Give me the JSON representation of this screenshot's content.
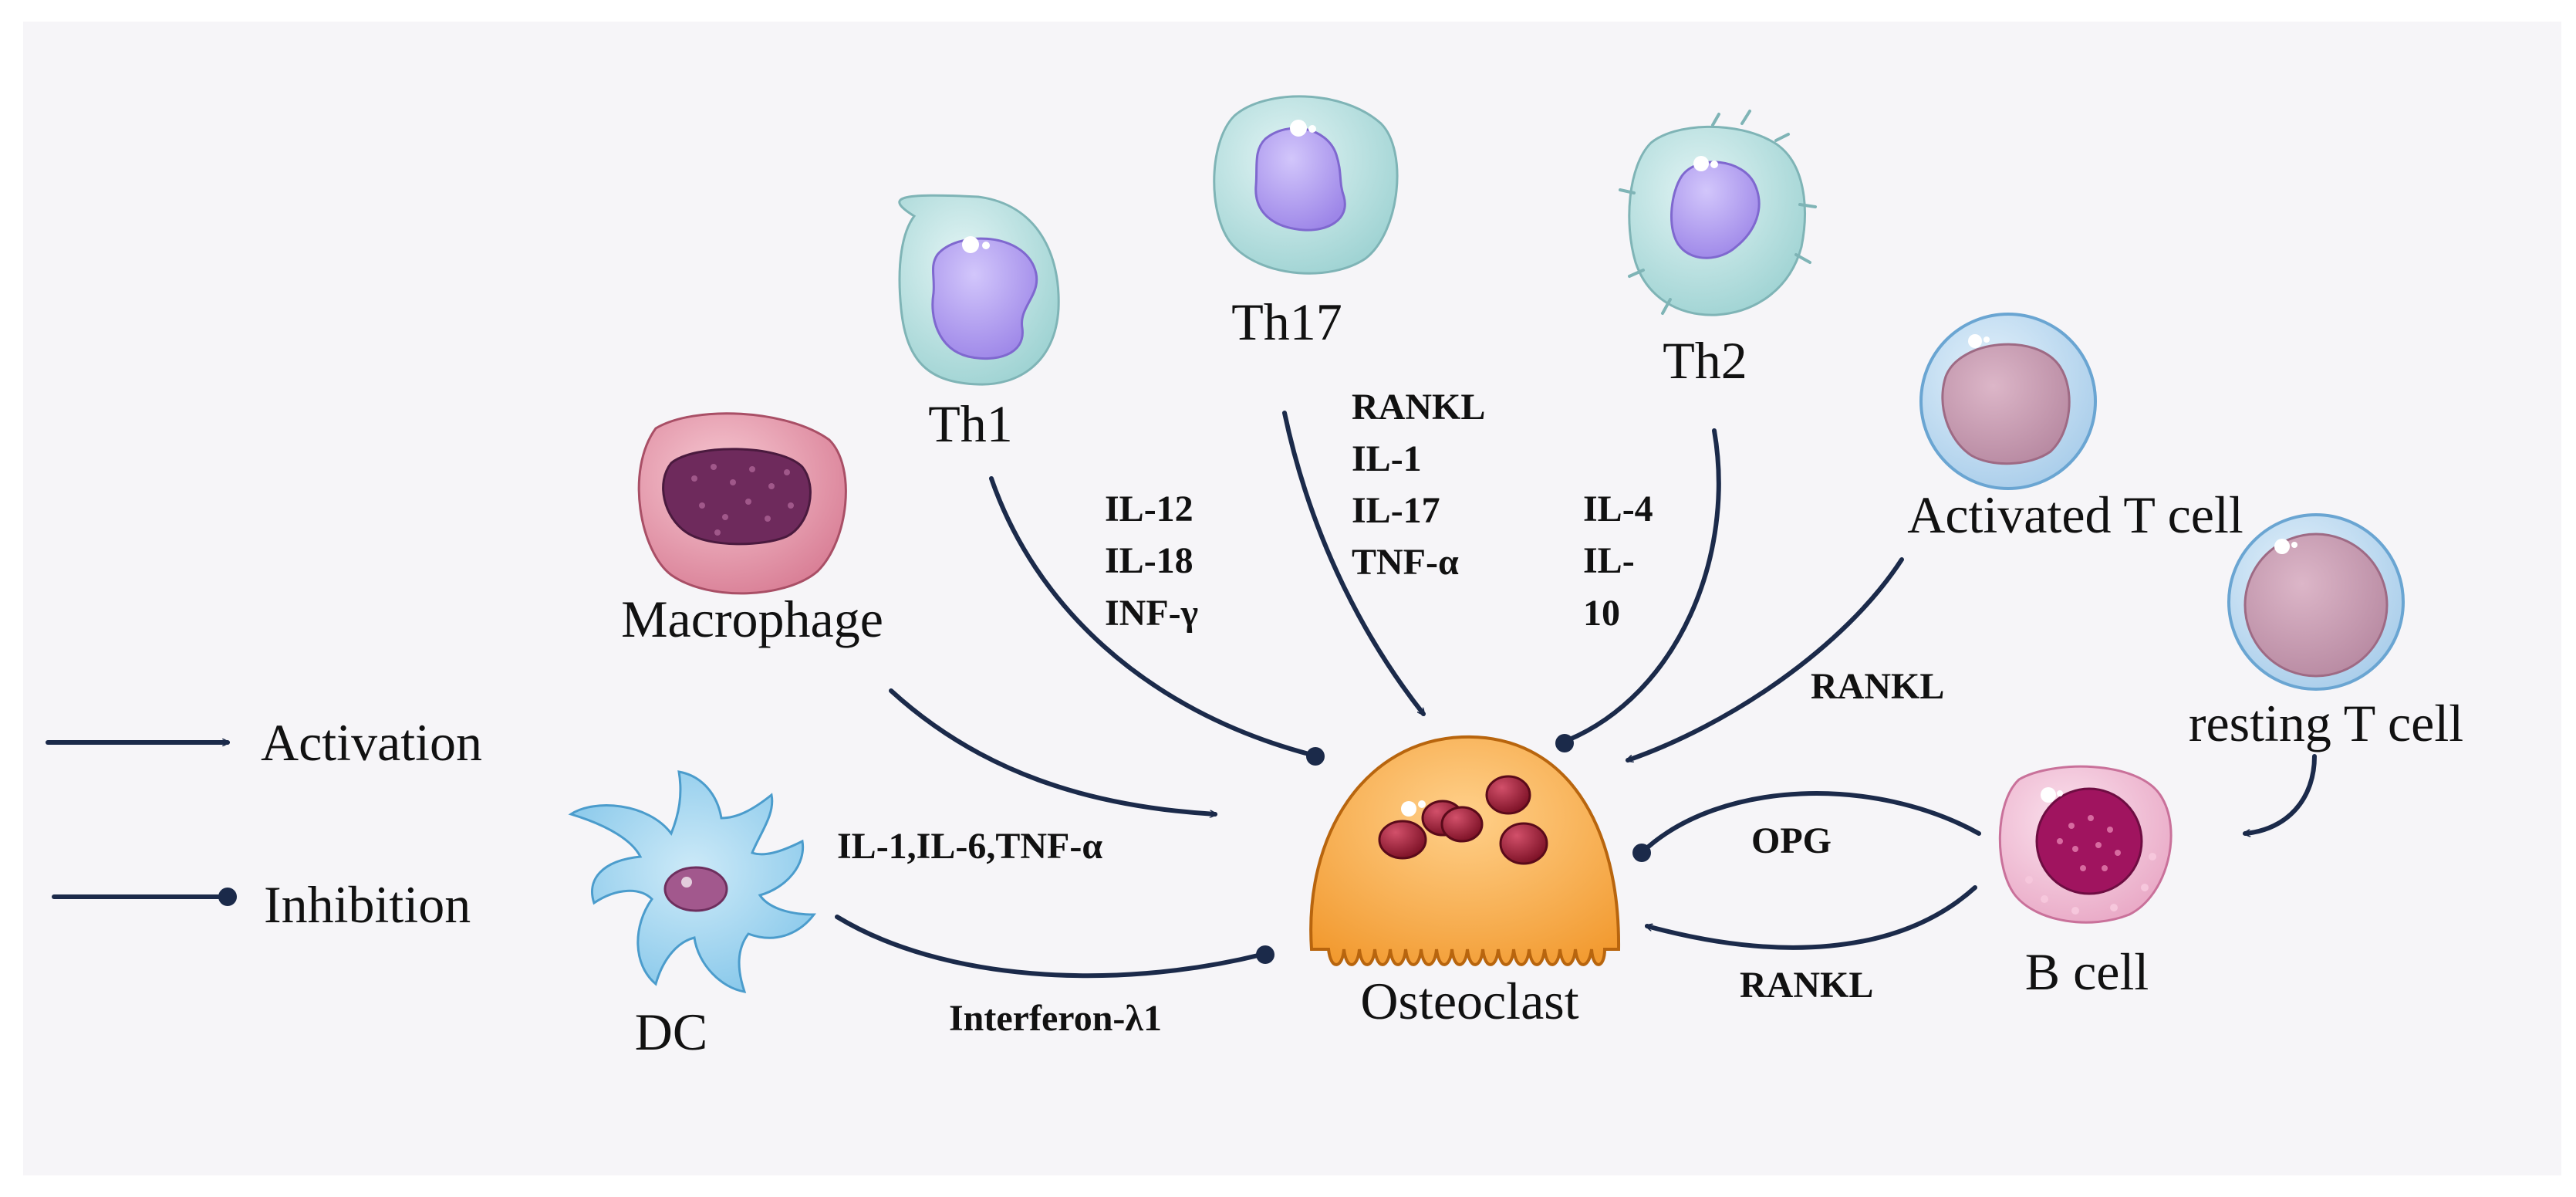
{
  "cells": {
    "th1": "Th1",
    "th17": "Th17",
    "th2": "Th2",
    "macrophage": "Macrophage",
    "activated_t": "Activated T cell",
    "resting_t": "resting T cell",
    "b_cell": "B cell",
    "dc": "DC",
    "osteoclast": "Osteoclast"
  },
  "cytokines": {
    "th1": [
      "IL-12",
      "IL-18",
      "INF-γ"
    ],
    "th17": [
      "RANKL",
      "IL-1",
      "IL-17",
      "TNF-α"
    ],
    "th2": [
      "IL-4",
      "IL-",
      "10"
    ],
    "activated_t": "RANKL",
    "macrophage_dc": "IL-1,IL-6,TNF-α",
    "dc": "Interferon-λ1",
    "opg": "OPG",
    "b_cell_rankl": "RANKL"
  },
  "legend": {
    "activation": "Activation",
    "inhibition": "Inhibition"
  },
  "colors": {
    "arrow": "#1b2a4a",
    "background": "#f6f5f8",
    "osteoclast": "#f6a23a",
    "t_cell_cyto": "#a8d8d8",
    "t_cell_nucleus": "#b4a0ee"
  }
}
